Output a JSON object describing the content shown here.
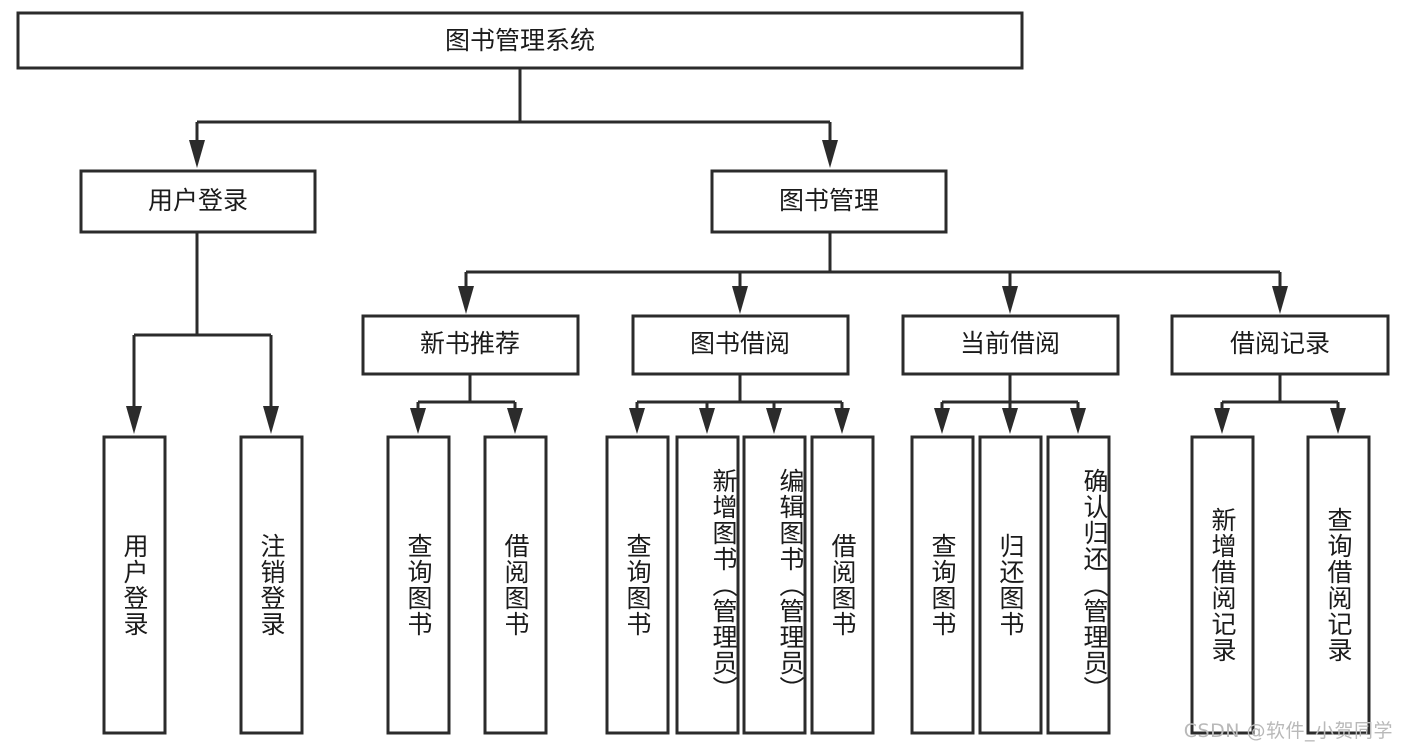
{
  "diagram": {
    "type": "tree",
    "title": "图书管理系统",
    "watermark": "CSDN @软件_小贺同学",
    "levels": [
      {
        "level": 1,
        "nodes": [
          {
            "id": "root",
            "label": "图书管理系统",
            "orientation": "horizontal"
          }
        ]
      },
      {
        "level": 2,
        "nodes": [
          {
            "id": "l2-0",
            "label": "用户登录",
            "orientation": "horizontal",
            "parent": "root"
          },
          {
            "id": "l2-1",
            "label": "图书管理",
            "orientation": "horizontal",
            "parent": "root"
          }
        ]
      },
      {
        "level": 3,
        "nodes": [
          {
            "id": "l3-0",
            "label": "新书推荐",
            "orientation": "horizontal",
            "parent": "l2-1"
          },
          {
            "id": "l3-1",
            "label": "图书借阅",
            "orientation": "horizontal",
            "parent": "l2-1"
          },
          {
            "id": "l3-2",
            "label": "当前借阅",
            "orientation": "horizontal",
            "parent": "l2-1"
          },
          {
            "id": "l3-3",
            "label": "借阅记录",
            "orientation": "horizontal",
            "parent": "l2-1"
          }
        ]
      },
      {
        "level": 4,
        "nodes": [
          {
            "id": "leaf-0",
            "label": "用户登录",
            "orientation": "vertical",
            "parent": "l2-0"
          },
          {
            "id": "leaf-1",
            "label": "注销登录",
            "orientation": "vertical",
            "parent": "l2-0"
          },
          {
            "id": "leaf-2",
            "label": "查询图书",
            "orientation": "vertical",
            "parent": "l3-0"
          },
          {
            "id": "leaf-3",
            "label": "借阅图书",
            "orientation": "vertical",
            "parent": "l3-0"
          },
          {
            "id": "leaf-4",
            "label": "查询图书",
            "orientation": "vertical",
            "parent": "l3-1"
          },
          {
            "id": "leaf-5",
            "label": "新增图书（管理员）",
            "orientation": "vertical",
            "parent": "l3-1"
          },
          {
            "id": "leaf-6",
            "label": "编辑图书（管理员）",
            "orientation": "vertical",
            "parent": "l3-1"
          },
          {
            "id": "leaf-7",
            "label": "借阅图书",
            "orientation": "vertical",
            "parent": "l3-1"
          },
          {
            "id": "leaf-8",
            "label": "查询图书",
            "orientation": "vertical",
            "parent": "l3-2"
          },
          {
            "id": "leaf-9",
            "label": "归还图书",
            "orientation": "vertical",
            "parent": "l3-2"
          },
          {
            "id": "leaf-10",
            "label": "确认归还（管理员）",
            "orientation": "vertical",
            "parent": "l3-2"
          },
          {
            "id": "leaf-11",
            "label": "新增借阅记录",
            "orientation": "vertical",
            "parent": "l3-3"
          },
          {
            "id": "leaf-12",
            "label": "查询借阅记录",
            "orientation": "vertical",
            "parent": "l3-3"
          }
        ]
      }
    ],
    "colors": {
      "box_stroke": "#2b2b2b",
      "box_fill": "#ffffff",
      "connector": "#2b2b2b",
      "text": "#1b1b1b",
      "watermark": "#b9b9b9",
      "background": "#ffffff"
    }
  }
}
